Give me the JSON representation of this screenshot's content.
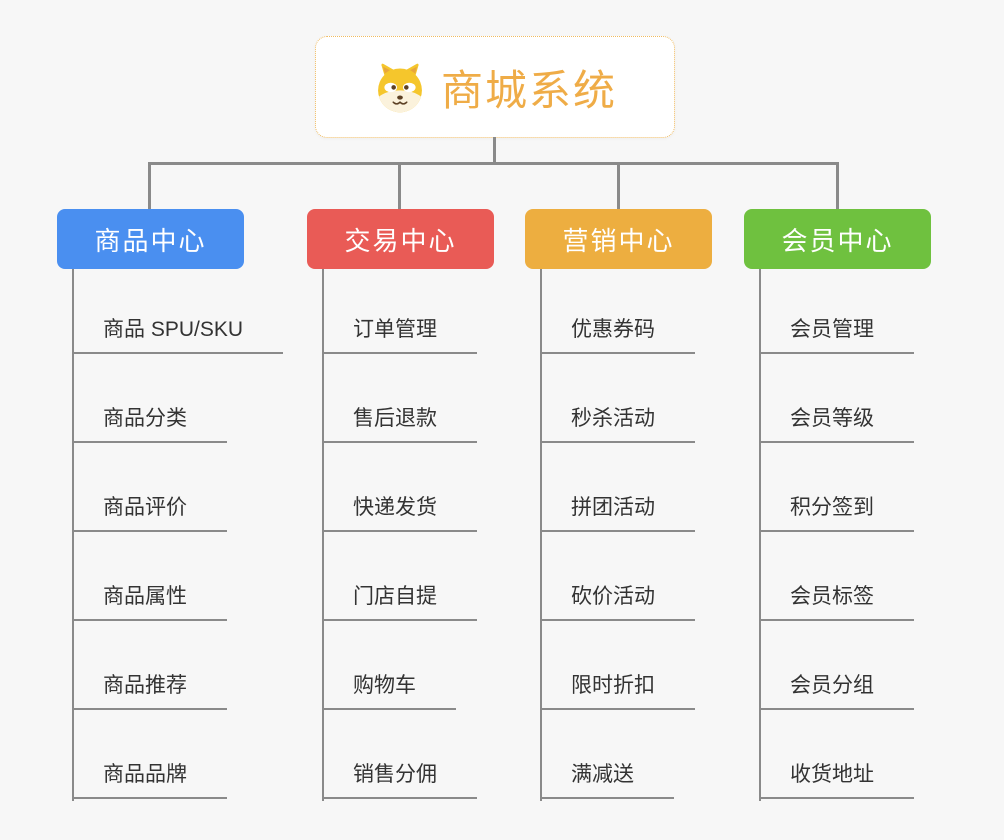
{
  "canvas": {
    "background": "#F7F7F7",
    "connector_color": "#8A8A8A",
    "leaf_text_color": "#333333"
  },
  "root": {
    "title": "商城系统",
    "icon": "shiba-dog-face-icon",
    "text_color": "#EFAC47",
    "border_color": "#F0BC62"
  },
  "branches": [
    {
      "label": "商品中心",
      "color": "#4A8FF0",
      "children": [
        "商品 SPU/SKU",
        "商品分类",
        "商品评价",
        "商品属性",
        "商品推荐",
        "商品品牌"
      ]
    },
    {
      "label": "交易中心",
      "color": "#E95B56",
      "children": [
        "订单管理",
        "售后退款",
        "快递发货",
        "门店自提",
        "购物车",
        "销售分佣"
      ]
    },
    {
      "label": "营销中心",
      "color": "#EDAE40",
      "children": [
        "优惠券码",
        "秒杀活动",
        "拼团活动",
        "砍价活动",
        "限时折扣",
        "满减送"
      ]
    },
    {
      "label": "会员中心",
      "color": "#6FC13F",
      "children": [
        "会员管理",
        "会员等级",
        "积分签到",
        "会员标签",
        "会员分组",
        "收货地址"
      ]
    }
  ]
}
